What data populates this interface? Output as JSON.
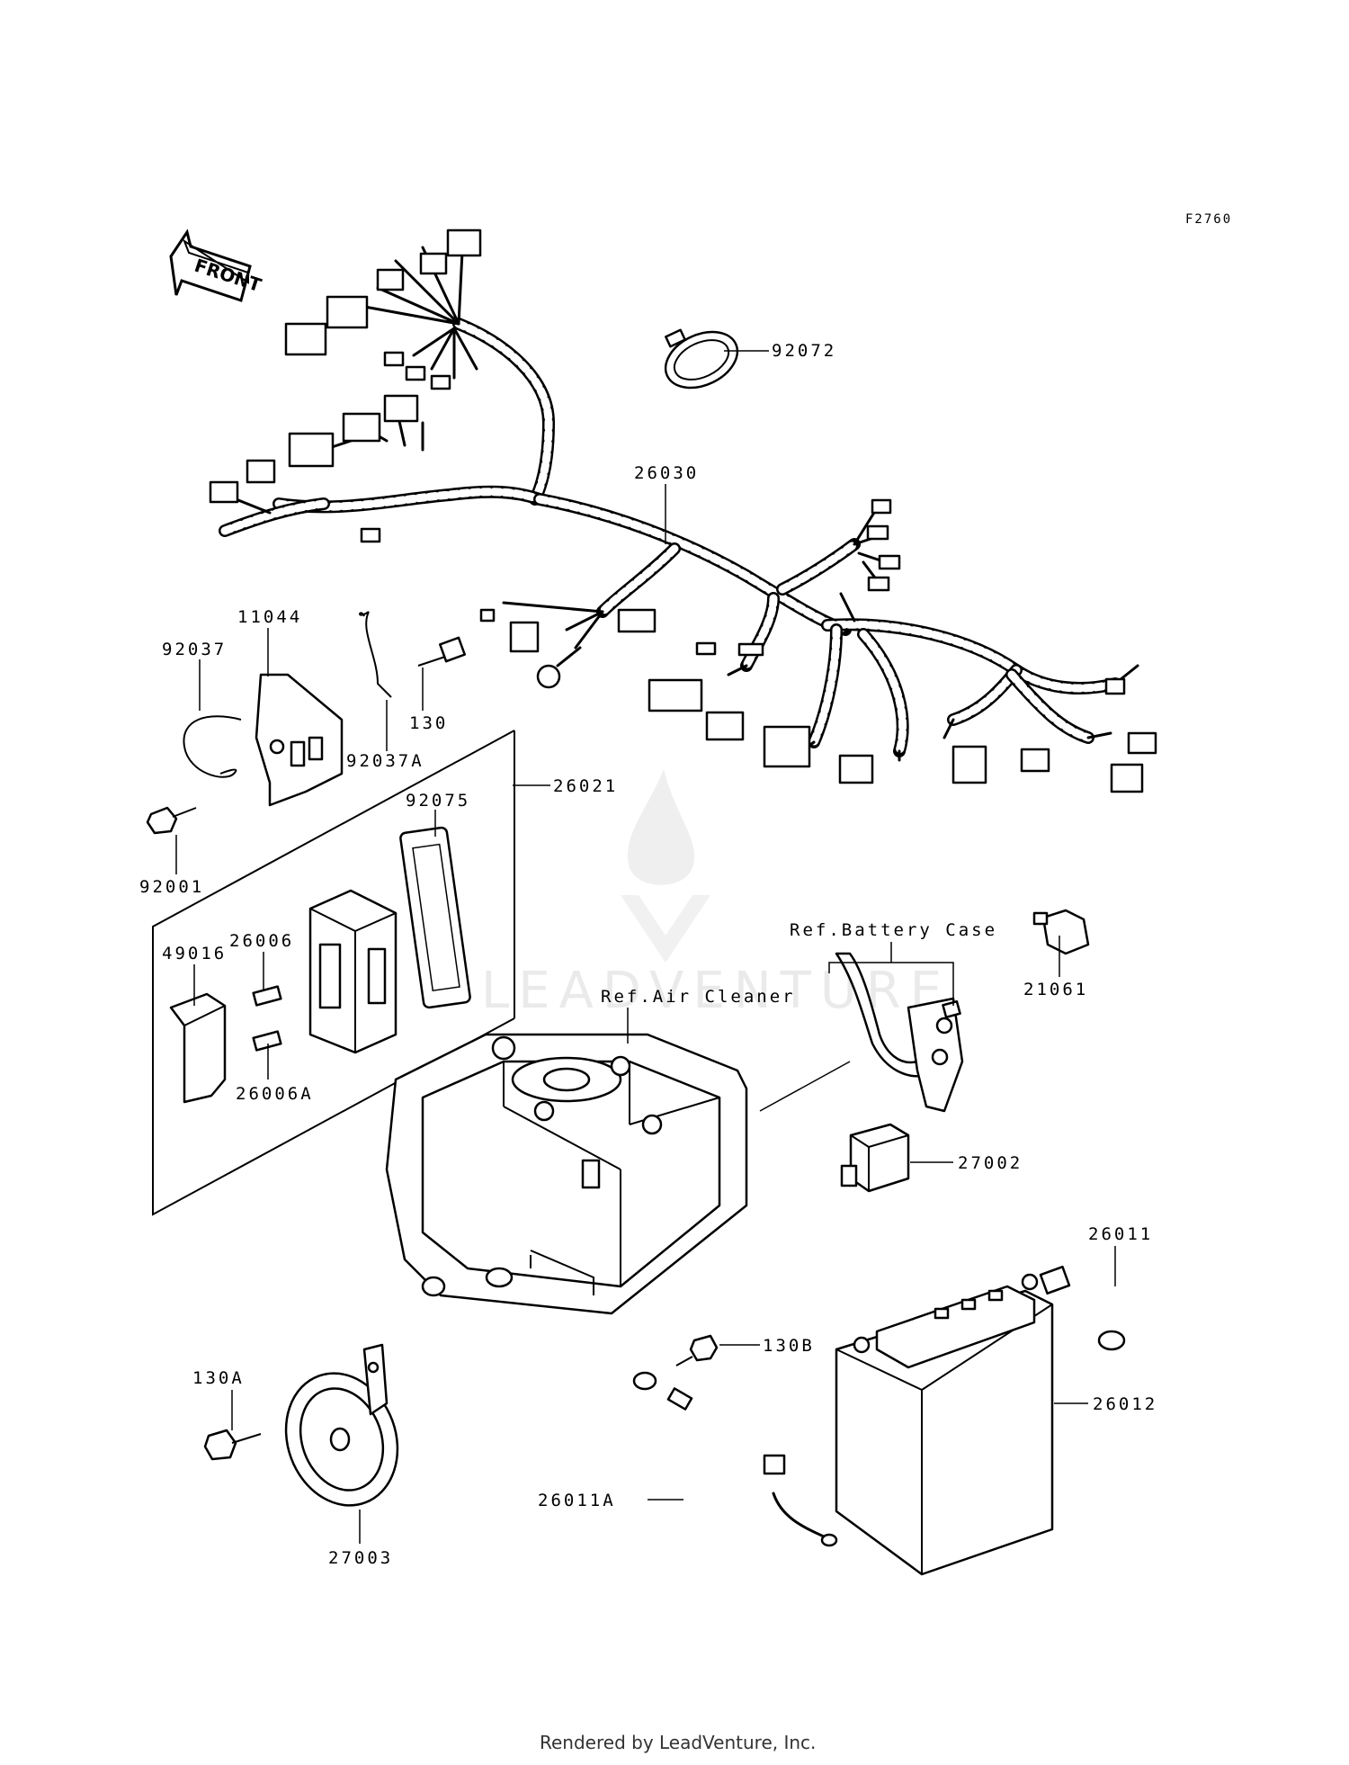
{
  "diagram_id": "F2760",
  "front_label": "FRONT",
  "footer": "Rendered by LeadVenture, Inc.",
  "watermark": "LEADVENTURE",
  "parts": {
    "p92072": "92072",
    "p26030": "26030",
    "p11044": "11044",
    "p92037": "92037",
    "p130": "130",
    "p92037A": "92037A",
    "p26021": "26021",
    "p92075": "92075",
    "p92001": "92001",
    "p26006": "26006",
    "p49016": "49016",
    "p26006A": "26006A",
    "p21061": "21061",
    "p27002": "27002",
    "p26011": "26011",
    "p130B": "130B",
    "p26012": "26012",
    "p130A": "130A",
    "p26011A": "26011A",
    "p27003": "27003"
  },
  "refs": {
    "battery_case": "Ref.Battery Case",
    "air_cleaner": "Ref.Air Cleaner"
  }
}
